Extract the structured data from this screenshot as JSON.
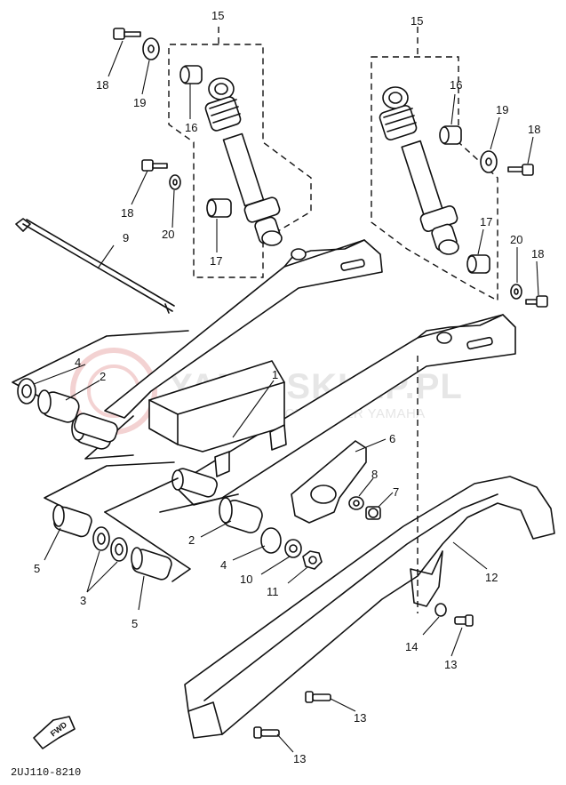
{
  "watermark": {
    "title": "YAMA-SKLEP.PL",
    "subtitle": "WOJCIECHOWICZ DEALER YAMAHA"
  },
  "diagram_code": "2UJ110-8210",
  "fwd_label": "FWD",
  "callouts": {
    "c15a": "15",
    "c15b": "15",
    "c18a": "18",
    "c19a": "19",
    "c16a": "16",
    "c18b": "18",
    "c20a": "20",
    "c17a": "17",
    "c9": "9",
    "c16b": "16",
    "c19b": "19",
    "c18c": "18",
    "c17b": "17",
    "c20b": "20",
    "c18d": "18",
    "c4a": "4",
    "c2a": "2",
    "c1": "1",
    "c6": "6",
    "c8": "8",
    "c7": "7",
    "c5a": "5",
    "c3": "3",
    "c5b": "5",
    "c2b": "2",
    "c4b": "4",
    "c10": "10",
    "c11": "11",
    "c12": "12",
    "c14": "14",
    "c13a": "13",
    "c13b": "13",
    "c13c": "13"
  }
}
